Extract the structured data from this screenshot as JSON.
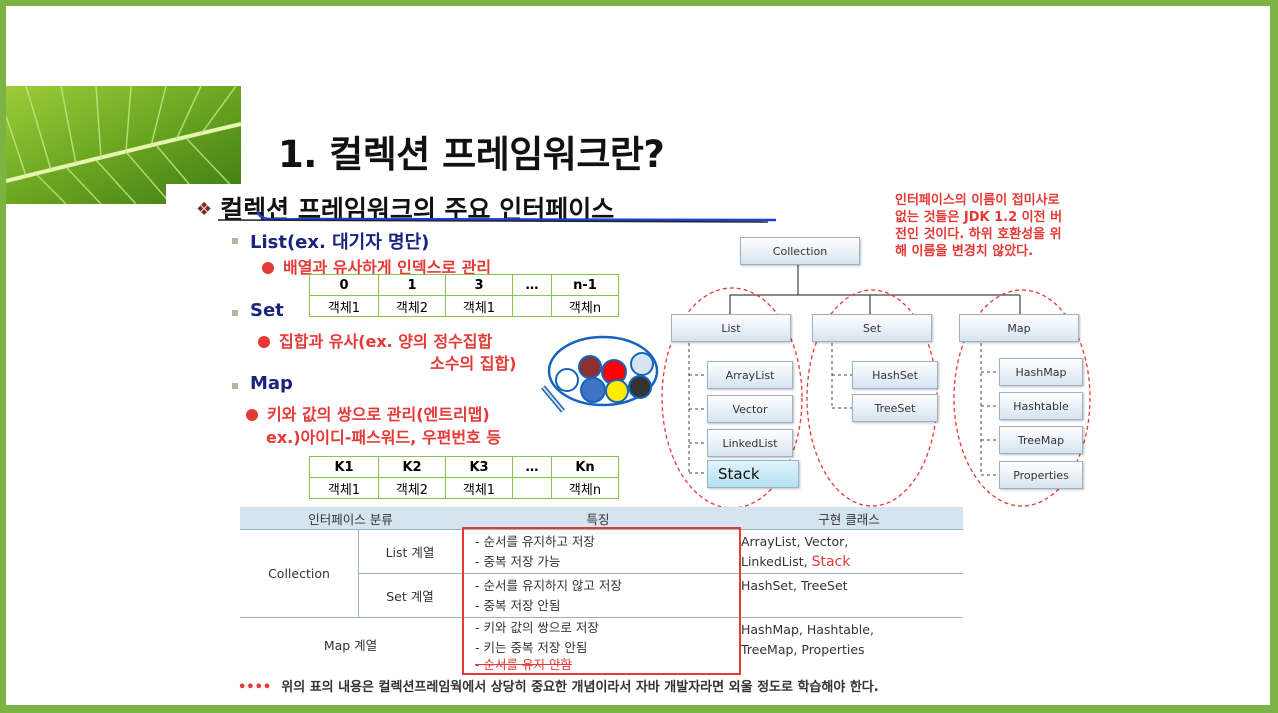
{
  "slide": {
    "title": "1. 컬렉션 프레임워크란?",
    "subheading": "컬렉션 프레임워크의 주요 인터페이스",
    "note": "인터페이스의 이름이 접미사로 없는 것들은 JDK 1.2 이전 버전인 것이다. 하위 호환성을 위해 이름을 변경치 않았다.",
    "list_section": {
      "label": "List(ex. 대기자 명단)",
      "desc": "배열과 유사하게 인덱스로 관리",
      "table": {
        "header": [
          "0",
          "1",
          "3",
          "…",
          "n-1"
        ],
        "row": [
          "객체1",
          "객체2",
          "객체1",
          "",
          "객체n"
        ]
      }
    },
    "set_section": {
      "label": "Set",
      "desc_line1": "집합과 유사(ex. 양의 정수집합",
      "desc_line2": "소수의 집합)"
    },
    "map_section": {
      "label": "Map",
      "desc_line1": "키와 값의 쌍으로 관리(엔트리맵)",
      "desc_line2": "ex.)아이디-패스워드, 우편번호 등",
      "table": {
        "header": [
          "K1",
          "K2",
          "K3",
          "…",
          "Kn"
        ],
        "row": [
          "객체1",
          "객체2",
          "객체1",
          "",
          "객체n"
        ]
      }
    },
    "hierarchy": {
      "root": "Collection",
      "list": {
        "name": "List",
        "children": [
          "ArrayList",
          "Vector",
          "LinkedList",
          "Stack"
        ]
      },
      "set": {
        "name": "Set",
        "children": [
          "HashSet",
          "TreeSet"
        ]
      },
      "map": {
        "name": "Map",
        "children": [
          "HashMap",
          "Hashtable",
          "TreeMap",
          "Properties"
        ]
      }
    },
    "table": {
      "headers": [
        "인터페이스 분류",
        "특징",
        "구현 클래스"
      ],
      "collection_label": "Collection",
      "list_row": {
        "label": "List 계열",
        "features": [
          "- 순서를 유지하고 저장",
          "- 중복 저장 가능"
        ],
        "classes_line1": "ArrayList, Vector,",
        "classes_line2": "LinkedList,",
        "classes_extra": "Stack"
      },
      "set_row": {
        "label": "Set 계열",
        "features": [
          "- 순서를 유지하지 않고 저장",
          "- 중복 저장 안됨"
        ],
        "classes_line1": "HashSet, TreeSet"
      },
      "map_row": {
        "label": "Map 계열",
        "features": [
          "- 키와 값의 쌍으로 저장",
          "- 키는 중복 저장 안됨",
          "- 순서를 유지 안함"
        ],
        "classes_line1": "HashMap, Hashtable,",
        "classes_line2": "TreeMap, Properties"
      }
    },
    "footnote_stars": "••••",
    "footnote": "위의 표의 내용은 컬렉션프레임웍에서 상당히 중요한 개념이라서 자바 개발자라면 외울 정도로 학습해야 한다."
  },
  "colors": {
    "frame": "#7cb342",
    "red": "#e53935",
    "navy": "#1a237e",
    "underline": "#1e3fd6",
    "box_fill": "#d6e4f0"
  }
}
